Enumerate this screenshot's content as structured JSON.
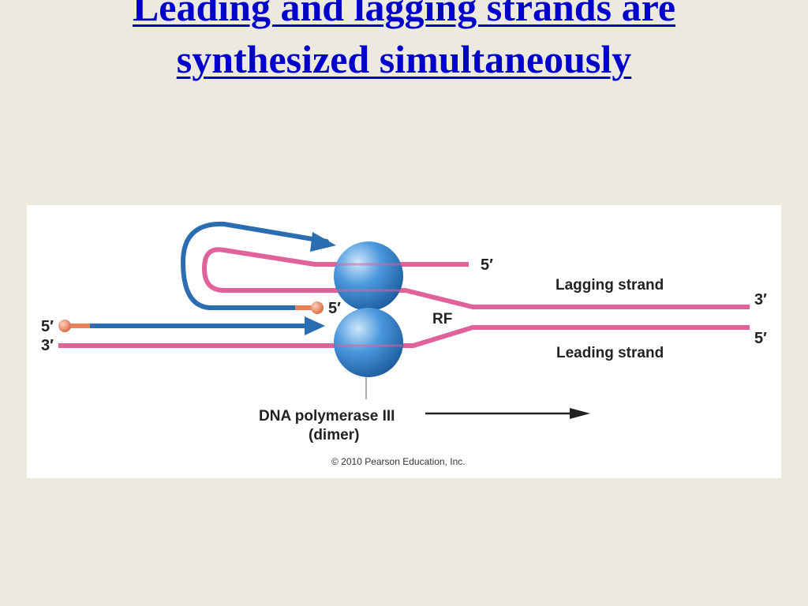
{
  "slide": {
    "title_line1": "Leading and lagging strands are",
    "title_line2": "synthesized simultaneously"
  },
  "figure": {
    "label_lagging_top_5prime": "5′",
    "label_lagging_strand": "Lagging strand",
    "label_lagging_3prime": "3′",
    "label_primer_5prime": "5′",
    "label_left_5prime": "5′",
    "label_left_3prime": "3′",
    "label_rf": "RF",
    "label_leading_strand": "Leading strand",
    "label_leading_5prime": "5′",
    "label_polymerase_line1": "DNA polymerase III",
    "label_polymerase_line2": "(dimer)",
    "copyright": "© 2010 Pearson Education, Inc.",
    "colors": {
      "template_strand": "#e0629a",
      "new_strand": "#2a6db0",
      "primer": "#e8805a",
      "polymerase": "#3a86cf",
      "text": "#222222"
    }
  }
}
